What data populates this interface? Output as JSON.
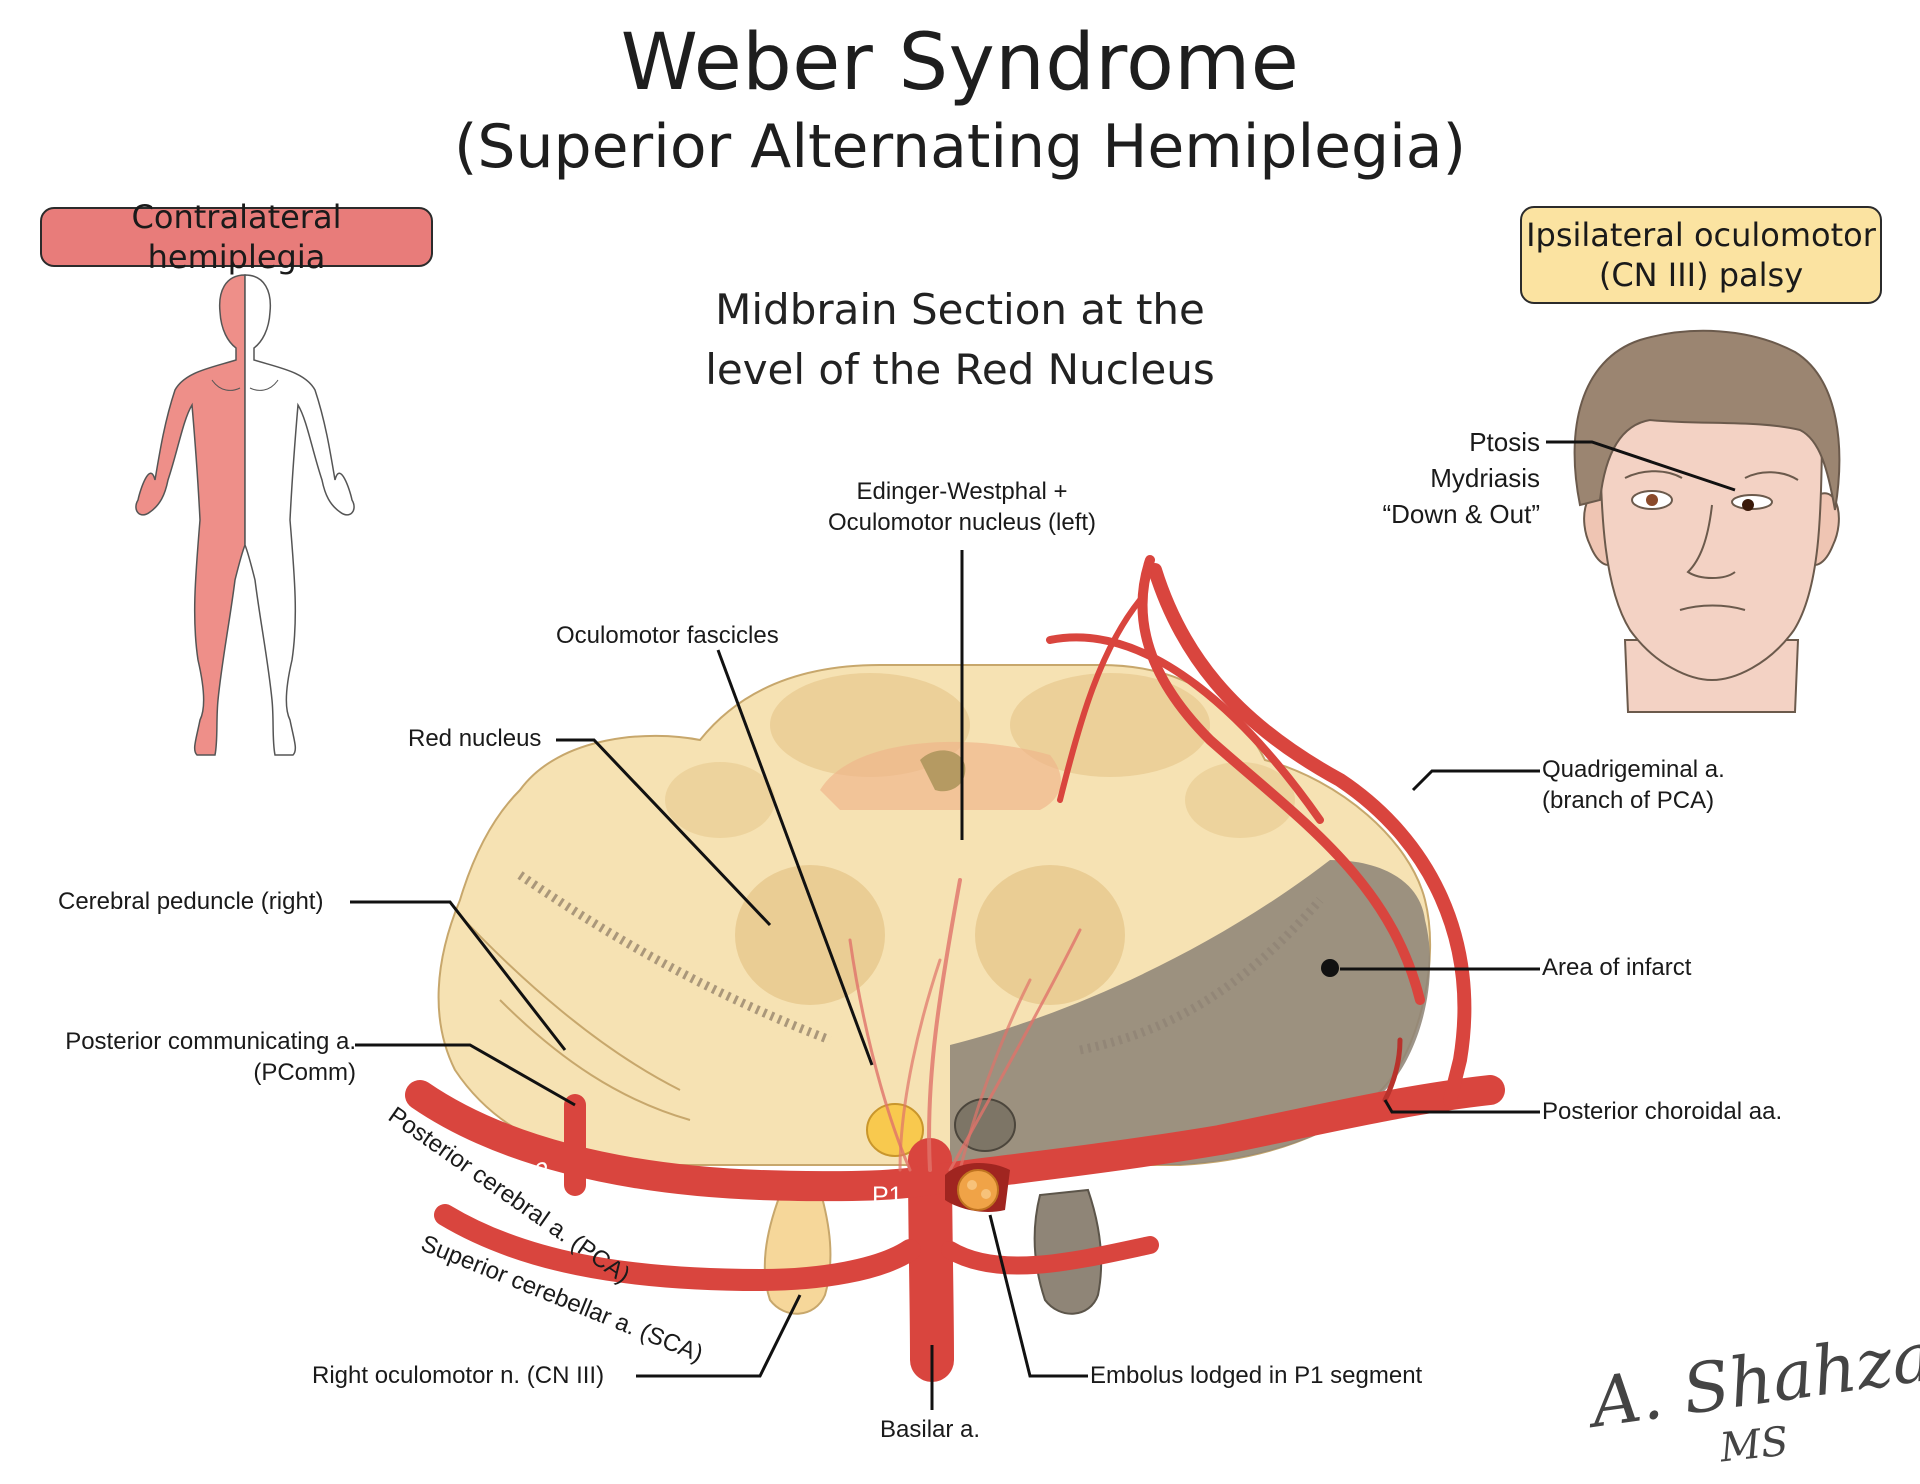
{
  "title": "Weber Syndrome",
  "subtitle": "(Superior Alternating Hemiplegia)",
  "section_title": [
    "Midbrain Section at the",
    "level of the Red Nucleus"
  ],
  "boxes": {
    "contralateral": "Contralateral hemiplegia",
    "ipsilateral": [
      "Ipsilateral oculomotor",
      "(CN III) palsy"
    ]
  },
  "eye_signs": [
    "Ptosis",
    "Mydriasis",
    "“Down & Out”"
  ],
  "labels": {
    "edinger": [
      "Edinger-Westphal +",
      "Oculomotor nucleus (left)"
    ],
    "fascicles": "Oculomotor fascicles",
    "red_nucleus": "Red nucleus",
    "peduncle": "Cerebral peduncle (right)",
    "pcomm": [
      "Posterior communicating a.",
      "(PComm)"
    ],
    "pca": "Posterior cerebral a. (PCA)",
    "sca": "Superior cerebellar a. (SCA)",
    "cn3": "Right oculomotor n. (CN III)",
    "basilar": "Basilar a.",
    "embolus": "Embolus lodged in P1 segment",
    "quadrigeminal": [
      "Quadrigeminal a.",
      "(branch of PCA)"
    ],
    "infarct": "Area of infarct",
    "choroidal": "Posterior choroidal aa."
  },
  "segments": {
    "p2": "P2",
    "p1": "P1"
  },
  "signature": {
    "name": "A. Shahzad",
    "suffix": "MS"
  },
  "colors": {
    "artery": "#d9453e",
    "artery_dark": "#b8322c",
    "tissue": "#f6e2b3",
    "nucleus": "#e8c98e",
    "infarct": "#8f8577",
    "body_red": "#ee8f89",
    "box_red": "#e87c7a",
    "box_yellow": "#fbe3a1",
    "skin": "#f3d2c4",
    "hair": "#9b8571"
  },
  "icons": [
    "human-body-figure",
    "face-illustration",
    "midbrain-cross-section"
  ]
}
